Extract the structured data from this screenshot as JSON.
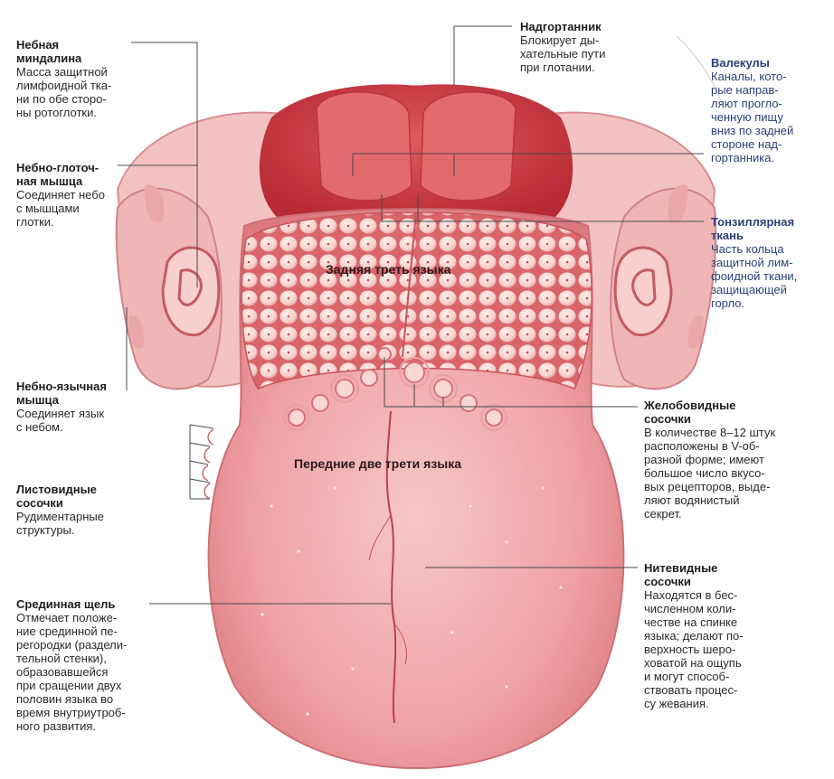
{
  "colors": {
    "tongue": "#f0a3a6",
    "tongue_light": "#f6c4c5",
    "deep": "#c8363f",
    "papilla": "#fbe1dd",
    "blue_text": "#2c3f78"
  },
  "labels": {
    "tonsil": {
      "title": [
        "Небная",
        "миндалина"
      ],
      "desc": [
        "Масса защитной",
        "лимфоидной тка-",
        "ни по обе сторо-",
        "ны ротоглотки."
      ]
    },
    "palatopharyngeus": {
      "title": [
        "Небно-глоточ-",
        "ная мышца"
      ],
      "desc": [
        "Соединяет небо",
        "с мышцами",
        "глотки."
      ]
    },
    "palatoglossus": {
      "title": [
        "Небно-язычная",
        "мышца"
      ],
      "desc": [
        "Соединяет язык",
        "с небом."
      ]
    },
    "foliate": {
      "title": [
        "Листовидные",
        "сосочки"
      ],
      "desc": [
        "Рудиментарные",
        "структуры."
      ]
    },
    "median": {
      "title": [
        "Срединная щель"
      ],
      "desc": [
        "Отмечает положе-",
        "ние срединной пе-",
        "регородки (раздели-",
        "тельной стенки),",
        "образовавшейся",
        "при сращении двух",
        "половин языка во",
        "время внутриутроб-",
        "ного развития."
      ]
    },
    "epiglottis": {
      "title": [
        "Надгортанник"
      ],
      "desc": [
        "Блокирует ды-",
        "хательные пути",
        "при глотании."
      ]
    },
    "valleculae": {
      "title": [
        "Валекулы"
      ],
      "desc": [
        "Каналы, кото-",
        "рые направ-",
        "ляют проглo-",
        "ченную пищу",
        "вниз по задней",
        "стороне над-",
        "гортанника."
      ]
    },
    "tonsillar": {
      "title": [
        "Тонзиллярная",
        "ткань"
      ],
      "desc": [
        "Часть кольца",
        "защитной лим-",
        "фоидной ткани,",
        "защищающей",
        "горло."
      ]
    },
    "vallate": {
      "title": [
        "Желобовидные",
        "сосочки"
      ],
      "desc": [
        "В количестве 8–12 штук",
        "расположены в V-об-",
        "разной форме; имеют",
        "большое число вкусо-",
        "вых рецепторов, выде-",
        "ляют водянистый",
        "секрет."
      ]
    },
    "filiform": {
      "title": [
        "Нитевидные",
        "сосочки"
      ],
      "desc": [
        "Находятся в бес-",
        "численном коли-",
        "честве на спинке",
        "языка; делают по-",
        "верхность шеро-",
        "ховатой на ощупь",
        "и могут способ-",
        "ствовать процес-",
        "су жевания."
      ]
    }
  },
  "regions": {
    "back": "Задняя треть языка",
    "front": "Передние две трети языка"
  }
}
